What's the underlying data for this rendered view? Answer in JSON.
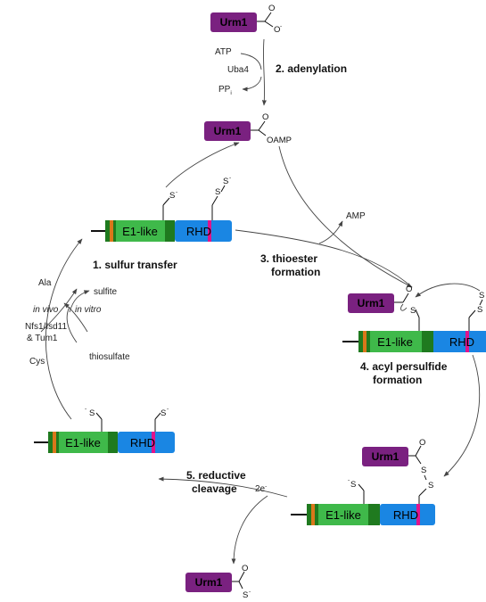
{
  "colors": {
    "urm1": "#7a2180",
    "e1_dark": "#1f7a1f",
    "e1_light": "#3fb94a",
    "e1_stripe": "#d9771a",
    "rhd": "#1a86e3",
    "rhd_stripe": "#e0148c"
  },
  "labels": {
    "urm1": "Urm1",
    "e1": "E1-like",
    "rhd": "RHD",
    "s_minus": "S",
    "oamp": "OAMP",
    "o": "O",
    "s": "S",
    "minus": "-",
    "two_e": "2e",
    "minus_sup": "-",
    "i_sub": "i"
  },
  "reagents": {
    "atp": "ATP",
    "uba4": "Uba4",
    "ppi": "PP",
    "amp": "AMP",
    "ala": "Ala",
    "sulfite": "sulfite",
    "in_vivo": "in vivo",
    "in_vitro": "in vitro",
    "nfs_line1": "Nfs1/Isd11",
    "nfs_line2": "& Tum1",
    "cys": "Cys",
    "thiosulfate": "thiosulfate"
  },
  "steps": {
    "s1": "1. sulfur transfer",
    "s2": "2. adenylation",
    "s3_line1": "3. thioester",
    "s3_line2": "formation",
    "s4_line1": "4. acyl persulfide",
    "s4_line2": "formation",
    "s5_line1": "5. reductive",
    "s5_line2": "cleavage"
  }
}
